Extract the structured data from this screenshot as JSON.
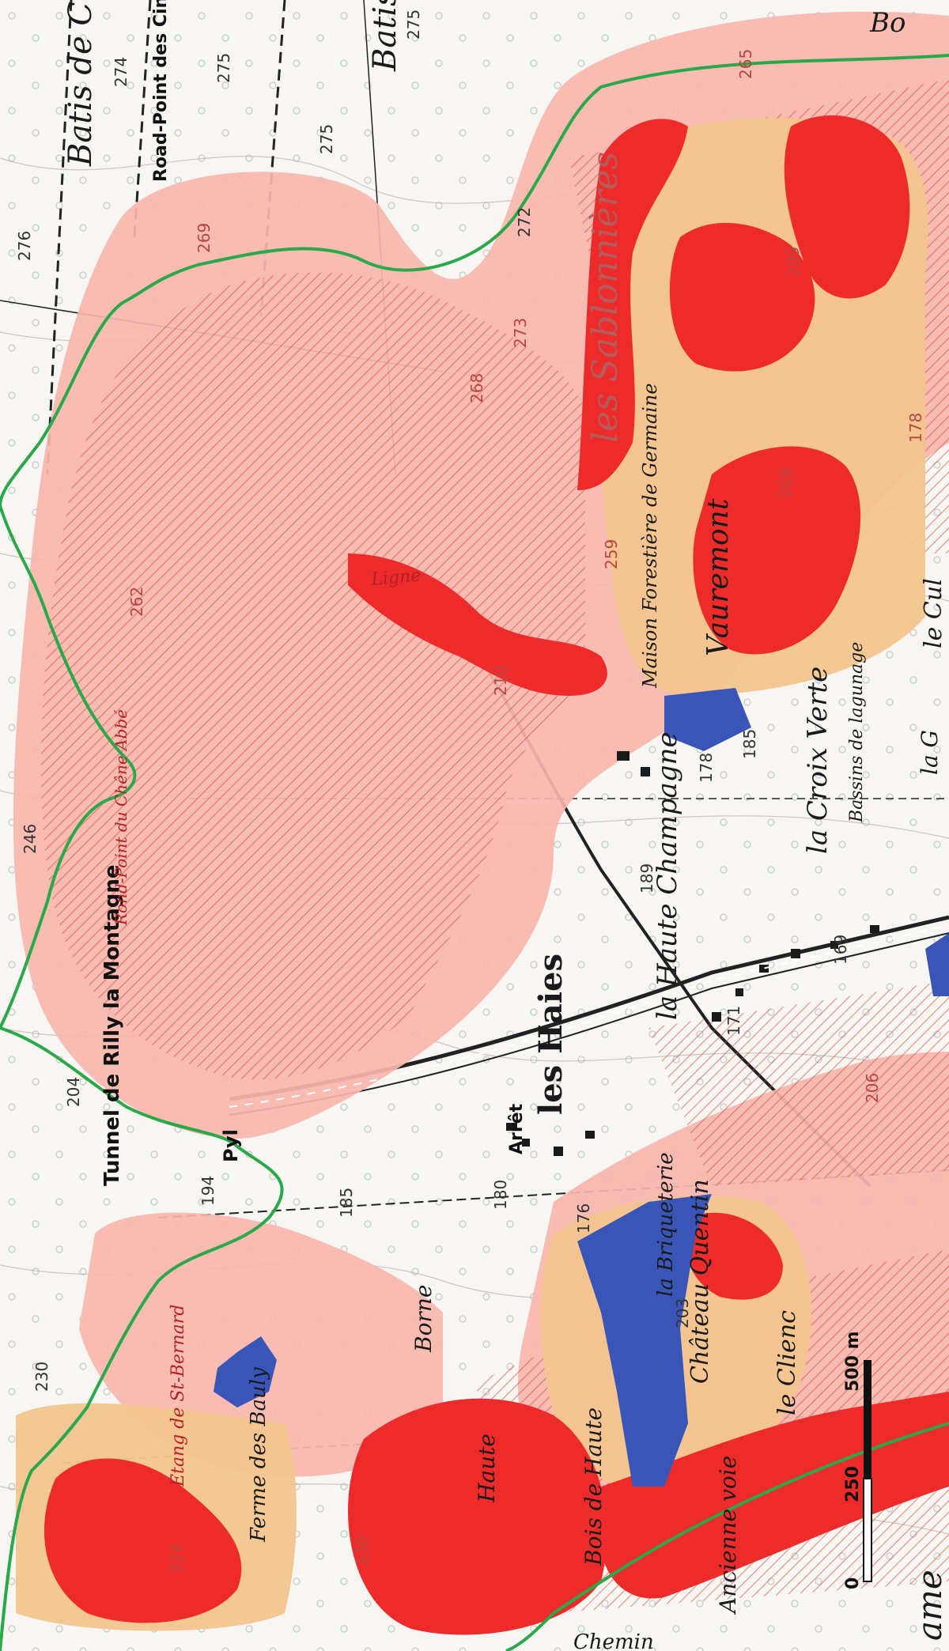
{
  "map": {
    "orientation": "rotated-90",
    "colors": {
      "risk_low": "#f7b6ad",
      "risk_medium": "#f3c58e",
      "risk_high": "#ee2b2b",
      "zone_blue": "#3a55b8",
      "boundary_green": "#2aa84a",
      "background": "#f7f6f2"
    },
    "places": {
      "batis_de_chis": "Batis de Chis",
      "batis_b": "Batis B",
      "road_point_cinq": "Road-Point des Cinq Seigneurs",
      "les_sablonnieres": "les Sablonnières",
      "maison_forestiere": "Maison Forestière de Germaine",
      "vauremont": "Vauremont",
      "le_cul": "le Cul",
      "la_croix_verte": "la Croix Verte",
      "bassins": "Bassins de lagunage",
      "la_g": "la G",
      "la_haute_champagne": "la Haute Champagne",
      "les_haies": "les Haies",
      "arret": "Arrêt",
      "tunnel": "Tunnel de Rilly la Montagne",
      "pyl": "Pyl",
      "la_briqueterie": "la Briqueterie",
      "chateau_quentin": "Château Quentin",
      "le_clienc": "le Clienc",
      "ferme_des_bauly": "Ferme des Bauly",
      "etang": "Etang de St-Bernard",
      "borne": "Borne",
      "haute": "Haute",
      "bois_de_haute": "Bois de Haute",
      "ancienne_voie": "Ancienne voie",
      "chemin": "Chemin",
      "ligne": "Ligne",
      "rond_point_chene": "Rond-Point du Chêne Abbé",
      "bo": "Bo",
      "ame": "ame"
    },
    "elevations": [
      "276",
      "274",
      "275",
      "275",
      "275",
      "272",
      "269",
      "265",
      "273",
      "268",
      "259",
      "209",
      "209",
      "178",
      "262",
      "210",
      "230",
      "185",
      "178",
      "189",
      "169",
      "171",
      "246",
      "204",
      "194",
      "185",
      "180",
      "176",
      "203",
      "224",
      "230",
      "206"
    ],
    "scale_bar": {
      "labels": [
        "0",
        "250",
        "500 m"
      ]
    }
  }
}
